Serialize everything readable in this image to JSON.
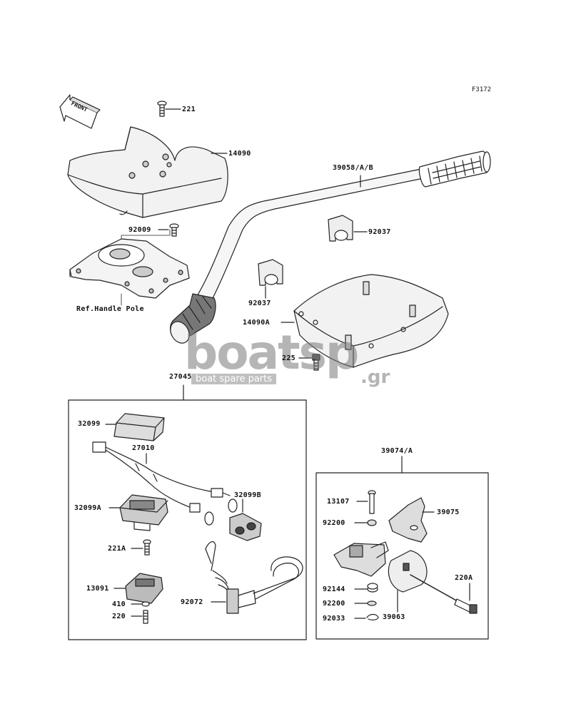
{
  "figure_code": "F3172",
  "front_arrow_text": "FRONT",
  "watermark": {
    "main": "boatsp",
    "tagline": "boat spare parts",
    "suffix": ".gr"
  },
  "labels": {
    "p221": "221",
    "p14090": "14090",
    "p39058": "39058/A/B",
    "p92009": "92009",
    "p92037_top": "92037",
    "p92037_mid": "92037",
    "ref_handle_pole": "Ref.Handle Pole",
    "p14090A": "14090A",
    "p225": "225",
    "p27045": "27045",
    "p32099": "32099",
    "p27010": "27010",
    "p32099B": "32099B",
    "p32099A": "32099A",
    "p221A": "221A",
    "p13091": "13091",
    "p410": "410",
    "p220": "220",
    "p92072": "92072",
    "p39074": "39074/A",
    "p13107": "13107",
    "p39075": "39075",
    "p92200_a": "92200",
    "p220A": "220A",
    "p92144": "92144",
    "p92200_b": "92200",
    "p92033": "92033",
    "p39063": "39063"
  },
  "colors": {
    "line": "#222222",
    "part_fill": "#f2f2f2",
    "shade": "#bdbdbd",
    "watermark": "#8c8c8c"
  }
}
